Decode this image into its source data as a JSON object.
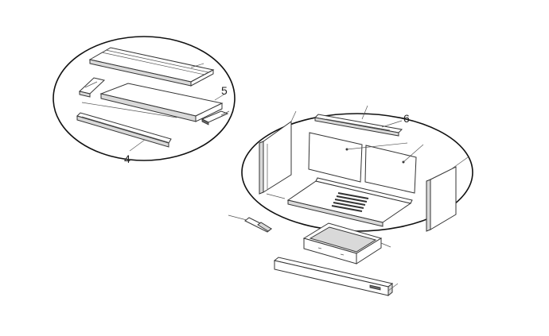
{
  "callouts": {
    "part_4": "4",
    "part_5": "5",
    "part_6": "6"
  }
}
